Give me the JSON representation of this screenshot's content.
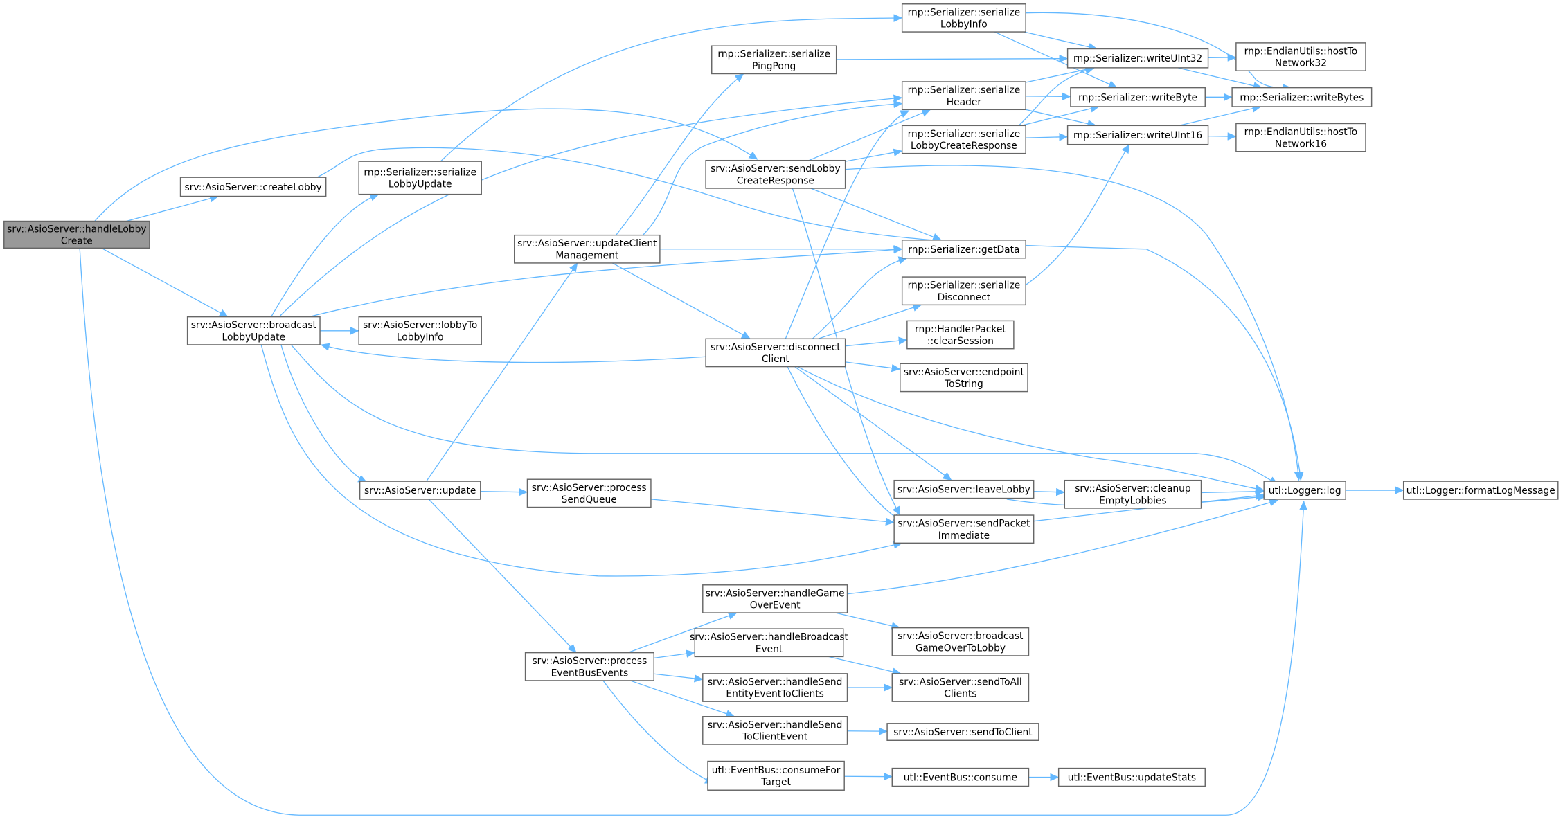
{
  "colors": {
    "edge": "#63b8ff",
    "node_fill": "#ffffff",
    "root_fill": "#999999",
    "node_border": "#666666"
  },
  "nodes": [
    {
      "id": "handleLobbyCreate",
      "lines": [
        "srv::AsioServer::handleLobby",
        "Create"
      ],
      "root": true
    },
    {
      "id": "createLobby",
      "lines": [
        "srv::AsioServer::createLobby"
      ]
    },
    {
      "id": "serializeLobbyUpdate",
      "lines": [
        "rnp::Serializer::serialize",
        "LobbyUpdate"
      ]
    },
    {
      "id": "broadcastLobbyUpdate",
      "lines": [
        "srv::AsioServer::broadcast",
        "LobbyUpdate"
      ]
    },
    {
      "id": "lobbyToLobbyInfo",
      "lines": [
        "srv::AsioServer::lobbyTo",
        "LobbyInfo"
      ]
    },
    {
      "id": "update",
      "lines": [
        "srv::AsioServer::update"
      ]
    },
    {
      "id": "updateClientManagement",
      "lines": [
        "srv::AsioServer::updateClient",
        "Management"
      ]
    },
    {
      "id": "serializePingPong",
      "lines": [
        "rnp::Serializer::serialize",
        "PingPong"
      ]
    },
    {
      "id": "sendLobbyCreateResponse",
      "lines": [
        "srv::AsioServer::sendLobby",
        "CreateResponse"
      ]
    },
    {
      "id": "disconnectClient",
      "lines": [
        "srv::AsioServer::disconnect",
        "Client"
      ]
    },
    {
      "id": "processSendQueue",
      "lines": [
        "srv::AsioServer::process",
        "SendQueue"
      ]
    },
    {
      "id": "processEventBusEvents",
      "lines": [
        "srv::AsioServer::process",
        "EventBusEvents"
      ]
    },
    {
      "id": "serializeLobbyInfo",
      "lines": [
        "rnp::Serializer::serialize",
        "LobbyInfo"
      ]
    },
    {
      "id": "serializeHeader",
      "lines": [
        "rnp::Serializer::serialize",
        "Header"
      ]
    },
    {
      "id": "serializeLobbyCreateResponse",
      "lines": [
        "rnp::Serializer::serialize",
        "LobbyCreateResponse"
      ]
    },
    {
      "id": "getData",
      "lines": [
        "rnp::Serializer::getData"
      ]
    },
    {
      "id": "serializeDisconnect",
      "lines": [
        "rnp::Serializer::serialize",
        "Disconnect"
      ]
    },
    {
      "id": "clearSession",
      "lines": [
        "rnp::HandlerPacket",
        "::clearSession"
      ]
    },
    {
      "id": "endpointToString",
      "lines": [
        "srv::AsioServer::endpoint",
        "ToString"
      ]
    },
    {
      "id": "leaveLobby",
      "lines": [
        "srv::AsioServer::leaveLobby"
      ]
    },
    {
      "id": "sendPacketImmediate",
      "lines": [
        "srv::AsioServer::sendPacket",
        "Immediate"
      ]
    },
    {
      "id": "handleGameOverEvent",
      "lines": [
        "srv::AsioServer::handleGame",
        "OverEvent"
      ]
    },
    {
      "id": "handleBroadcastEvent",
      "lines": [
        "srv::AsioServer::handleBroadcast",
        "Event"
      ]
    },
    {
      "id": "handleSendEntityEventToClients",
      "lines": [
        "srv::AsioServer::handleSend",
        "EntityEventToClients"
      ]
    },
    {
      "id": "handleSendToClientEvent",
      "lines": [
        "srv::AsioServer::handleSend",
        "ToClientEvent"
      ]
    },
    {
      "id": "consumeForTarget",
      "lines": [
        "utl::EventBus::consumeFor",
        "Target"
      ]
    },
    {
      "id": "writeUInt32",
      "lines": [
        "rnp::Serializer::writeUInt32"
      ]
    },
    {
      "id": "writeByte",
      "lines": [
        "rnp::Serializer::writeByte"
      ]
    },
    {
      "id": "writeUInt16",
      "lines": [
        "rnp::Serializer::writeUInt16"
      ]
    },
    {
      "id": "hostToNetwork32",
      "lines": [
        "rnp::EndianUtils::hostTo",
        "Network32"
      ]
    },
    {
      "id": "writeBytes",
      "lines": [
        "rnp::Serializer::writeBytes"
      ]
    },
    {
      "id": "hostToNetwork16",
      "lines": [
        "rnp::EndianUtils::hostTo",
        "Network16"
      ]
    },
    {
      "id": "cleanupEmptyLobbies",
      "lines": [
        "srv::AsioServer::cleanup",
        "EmptyLobbies"
      ]
    },
    {
      "id": "log",
      "lines": [
        "utl::Logger::log"
      ]
    },
    {
      "id": "formatLogMessage",
      "lines": [
        "utl::Logger::formatLogMessage"
      ]
    },
    {
      "id": "broadcastGameOverToLobby",
      "lines": [
        "srv::AsioServer::broadcast",
        "GameOverToLobby"
      ]
    },
    {
      "id": "sendToAllClients",
      "lines": [
        "srv::AsioServer::sendToAll",
        "Clients"
      ]
    },
    {
      "id": "sendToClient",
      "lines": [
        "srv::AsioServer::sendToClient"
      ]
    },
    {
      "id": "consume",
      "lines": [
        "utl::EventBus::consume"
      ]
    },
    {
      "id": "updateStats",
      "lines": [
        "utl::EventBus::updateStats"
      ]
    }
  ],
  "edges": [
    [
      "handleLobbyCreate",
      "createLobby"
    ],
    [
      "handleLobbyCreate",
      "broadcastLobbyUpdate"
    ],
    [
      "handleLobbyCreate",
      "sendLobbyCreateResponse"
    ],
    [
      "handleLobbyCreate",
      "log"
    ],
    [
      "createLobby",
      "log"
    ],
    [
      "broadcastLobbyUpdate",
      "serializeLobbyUpdate"
    ],
    [
      "broadcastLobbyUpdate",
      "lobbyToLobbyInfo"
    ],
    [
      "broadcastLobbyUpdate",
      "serializeHeader"
    ],
    [
      "broadcastLobbyUpdate",
      "getData"
    ],
    [
      "broadcastLobbyUpdate",
      "update"
    ],
    [
      "broadcastLobbyUpdate",
      "sendPacketImmediate"
    ],
    [
      "broadcastLobbyUpdate",
      "log"
    ],
    [
      "serializeLobbyUpdate",
      "serializeLobbyInfo"
    ],
    [
      "update",
      "updateClientManagement"
    ],
    [
      "update",
      "processSendQueue"
    ],
    [
      "update",
      "processEventBusEvents"
    ],
    [
      "updateClientManagement",
      "serializePingPong"
    ],
    [
      "updateClientManagement",
      "serializeHeader"
    ],
    [
      "updateClientManagement",
      "getData"
    ],
    [
      "updateClientManagement",
      "disconnectClient"
    ],
    [
      "disconnectClient",
      "broadcastLobbyUpdate"
    ],
    [
      "disconnectClient",
      "serializeHeader"
    ],
    [
      "disconnectClient",
      "getData"
    ],
    [
      "disconnectClient",
      "serializeDisconnect"
    ],
    [
      "disconnectClient",
      "clearSession"
    ],
    [
      "disconnectClient",
      "endpointToString"
    ],
    [
      "disconnectClient",
      "leaveLobby"
    ],
    [
      "disconnectClient",
      "sendPacketImmediate"
    ],
    [
      "disconnectClient",
      "log"
    ],
    [
      "sendLobbyCreateResponse",
      "serializeHeader"
    ],
    [
      "sendLobbyCreateResponse",
      "serializeLobbyCreateResponse"
    ],
    [
      "sendLobbyCreateResponse",
      "getData"
    ],
    [
      "sendLobbyCreateResponse",
      "sendPacketImmediate"
    ],
    [
      "sendLobbyCreateResponse",
      "log"
    ],
    [
      "processSendQueue",
      "sendPacketImmediate"
    ],
    [
      "processEventBusEvents",
      "handleGameOverEvent"
    ],
    [
      "processEventBusEvents",
      "handleBroadcastEvent"
    ],
    [
      "processEventBusEvents",
      "handleSendEntityEventToClients"
    ],
    [
      "processEventBusEvents",
      "handleSendToClientEvent"
    ],
    [
      "processEventBusEvents",
      "consumeForTarget"
    ],
    [
      "serializePingPong",
      "writeUInt32"
    ],
    [
      "serializeLobbyInfo",
      "writeUInt32"
    ],
    [
      "serializeLobbyInfo",
      "writeByte"
    ],
    [
      "serializeLobbyInfo",
      "writeBytes"
    ],
    [
      "serializeHeader",
      "writeUInt32"
    ],
    [
      "serializeHeader",
      "writeByte"
    ],
    [
      "serializeHeader",
      "writeUInt16"
    ],
    [
      "serializeLobbyCreateResponse",
      "writeUInt32"
    ],
    [
      "serializeLobbyCreateResponse",
      "writeByte"
    ],
    [
      "serializeLobbyCreateResponse",
      "writeUInt16"
    ],
    [
      "serializeDisconnect",
      "writeUInt16"
    ],
    [
      "writeUInt32",
      "hostToNetwork32"
    ],
    [
      "writeUInt32",
      "writeBytes"
    ],
    [
      "writeByte",
      "writeBytes"
    ],
    [
      "writeUInt16",
      "hostToNetwork16"
    ],
    [
      "writeUInt16",
      "writeBytes"
    ],
    [
      "leaveLobby",
      "cleanupEmptyLobbies"
    ],
    [
      "leaveLobby",
      "log"
    ],
    [
      "cleanupEmptyLobbies",
      "log"
    ],
    [
      "sendPacketImmediate",
      "log"
    ],
    [
      "log",
      "formatLogMessage"
    ],
    [
      "handleGameOverEvent",
      "broadcastGameOverToLobby"
    ],
    [
      "handleGameOverEvent",
      "log"
    ],
    [
      "handleBroadcastEvent",
      "sendToAllClients"
    ],
    [
      "handleSendEntityEventToClients",
      "sendToAllClients"
    ],
    [
      "handleSendToClientEvent",
      "sendToClient"
    ],
    [
      "consumeForTarget",
      "consume"
    ],
    [
      "consume",
      "updateStats"
    ]
  ]
}
